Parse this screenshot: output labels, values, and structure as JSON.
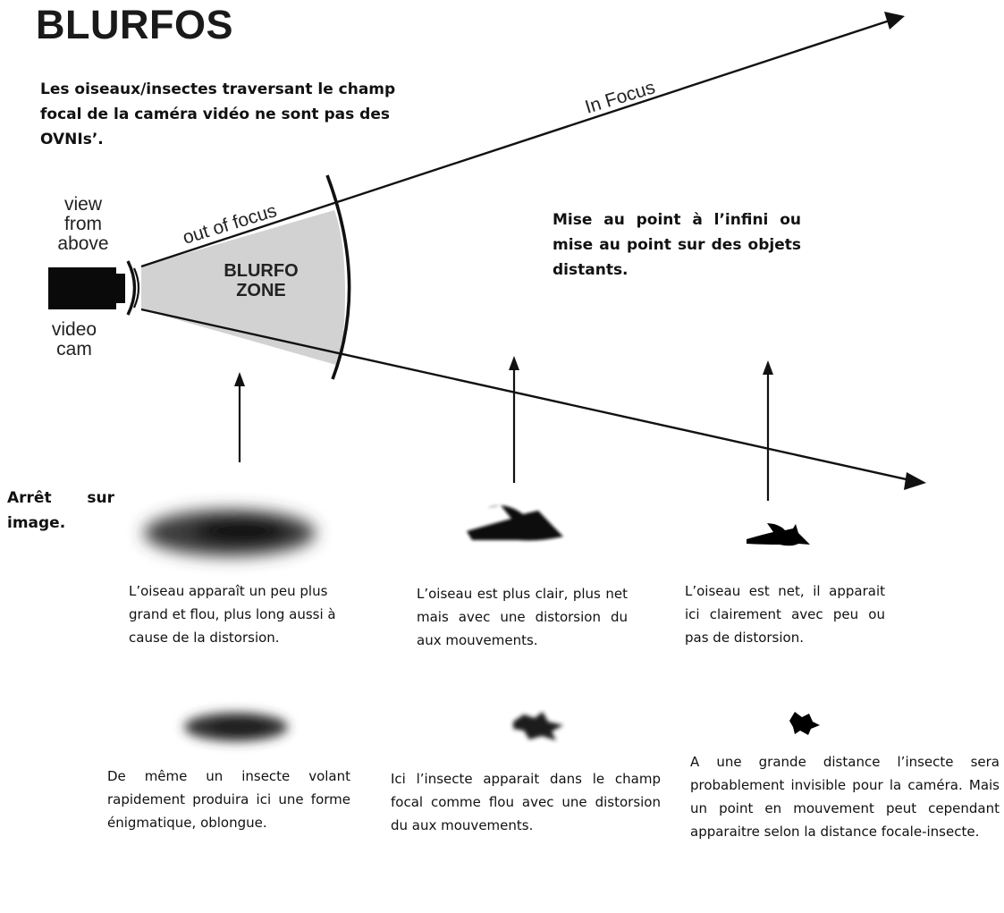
{
  "title": "BLURFOS",
  "intro_note": "Les oiseaux/insectes traversant le champ focal de la caméra vidéo ne sont pas des OVNIs’.",
  "focus_note": "Mise au point à l’infini ou mise au point sur des objets distants.",
  "freeze_frame": {
    "line1": "Arrêt sur",
    "line2": "image."
  },
  "diagram": {
    "camera_label_top": "view from above",
    "camera_label_bottom": "video cam",
    "zone_label": "BLURFO ZONE",
    "out_of_focus_label": "out of focus",
    "in_focus_label": "In Focus"
  },
  "captions": {
    "bird_blurred": "L’oiseau apparaît un peu plus grand et flou, plus long aussi à cause de la distorsion.",
    "bird_clearer": "L’oiseau est plus clair, plus net mais avec une distorsion du aux mouvements.",
    "bird_sharp": "L’oiseau est net, il apparait ici clairement avec peu ou pas de distorsion.",
    "insect_blurred": "De même un insecte volant rapidement produira ici une forme énigmatique, oblongue.",
    "insect_focal": "Ici l’insecte apparait dans le champ focal comme flou avec une distorsion du aux mouvements.",
    "insect_far": "A une grande distance l’insecte sera probablement invisible pour la caméra. Mais un point en mouvement peut cependant apparaitre selon la distance focale-insecte."
  }
}
